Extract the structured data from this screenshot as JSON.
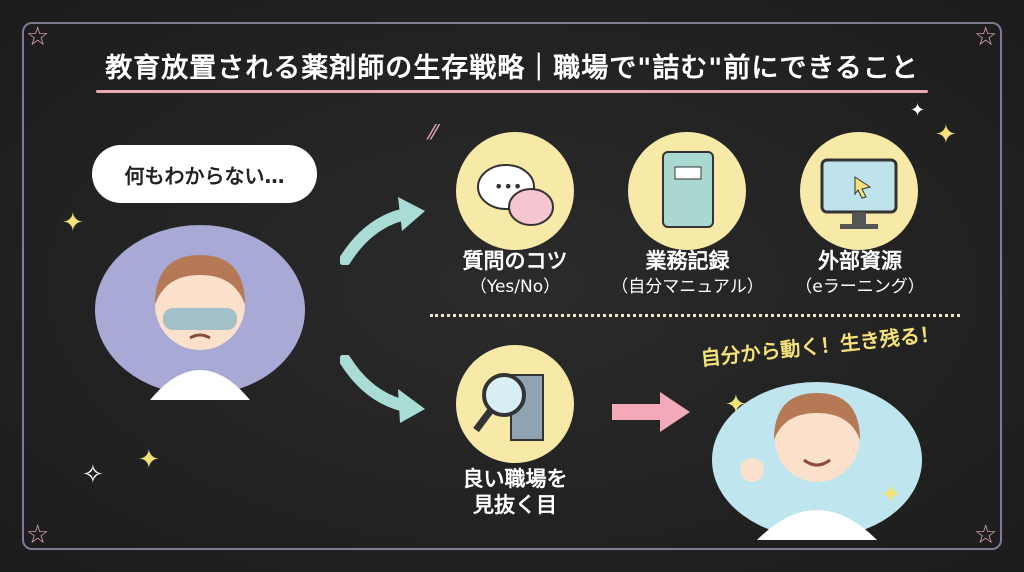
{
  "title": "教育放置される薬剤師の生存戦略｜職場で\"詰む\"前にできること",
  "thought_bubble": "何もわからない…",
  "tips": [
    {
      "label": "質問のコツ",
      "sub": "（Yes/No）",
      "icon": "chat-bubbles-icon"
    },
    {
      "label": "業務記録",
      "sub": "（自分マニュアル）",
      "icon": "notebook-icon"
    },
    {
      "label": "外部資源",
      "sub": "（eラーニング）",
      "icon": "computer-monitor-icon"
    }
  ],
  "workplace": {
    "line1": "良い職場を",
    "line2": "見抜く目",
    "icon": "magnifier-building-icon"
  },
  "slogan": "自分から動く！生き残る！",
  "colors": {
    "accent_pink": "#e7a9b4",
    "accent_yellow": "#f7e9a8",
    "arrow_teal": "#a8dcd4"
  }
}
